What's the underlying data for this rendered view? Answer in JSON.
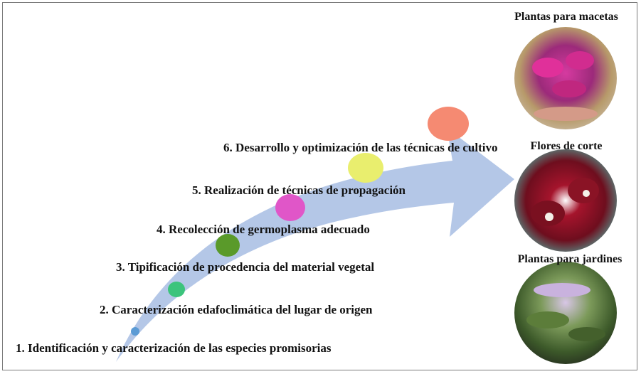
{
  "steps": [
    {
      "label": "1. Identificación y caracterización de las especies promisorias",
      "color": "#5b9bd5"
    },
    {
      "label": "2. Caracterización edafoclimática del lugar de origen",
      "color": "#3cc47c"
    },
    {
      "label": "3. Tipificación de procedencia del material vegetal",
      "color": "#5a9a2a"
    },
    {
      "label": "4. Recolección de germoplasma adecuado",
      "color": "#e056c8"
    },
    {
      "label": "5. Realización de técnicas de propagación",
      "color": "#e9ee6e"
    },
    {
      "label": "6. Desarrollo y optimización de las técnicas de cultivo",
      "color": "#f58a72"
    }
  ],
  "categories": [
    {
      "label": "Plantas para macetas",
      "photo": "pink-orchid-pot-photo"
    },
    {
      "label": "Flores de corte",
      "photo": "red-orchid-cut-flower-photo"
    },
    {
      "label": "Plantas para jardines",
      "photo": "garden-orchids-photo"
    }
  ],
  "colors": {
    "arrow": "#b4c7e7",
    "frame": "#7a7a7a"
  }
}
